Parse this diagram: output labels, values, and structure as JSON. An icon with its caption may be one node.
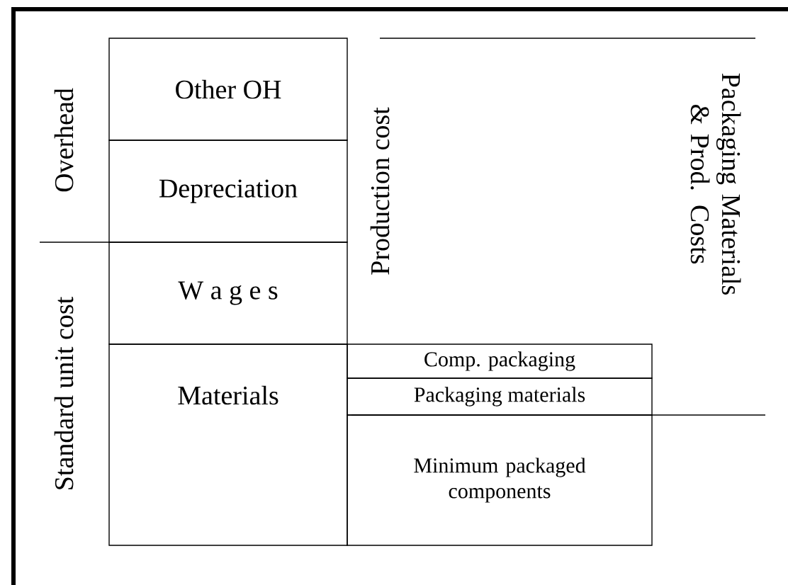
{
  "diagram": {
    "nodes": [
      {
        "text": [
          "Other OH"
        ]
      },
      {
        "text": [
          "Depreciation"
        ]
      },
      {
        "text": [
          "W a g e s"
        ]
      },
      {
        "text": [
          "Materials"
        ]
      },
      {
        "text": [
          "Comp. packaging"
        ]
      },
      {
        "text": [
          "Packaging materials"
        ]
      },
      {
        "text": [
          "Minimum packaged components"
        ]
      }
    ],
    "labels": [
      "Overhead",
      "Standard unit cost",
      "Production cost",
      "Packaging Materials & Prod. Costs"
    ]
  }
}
